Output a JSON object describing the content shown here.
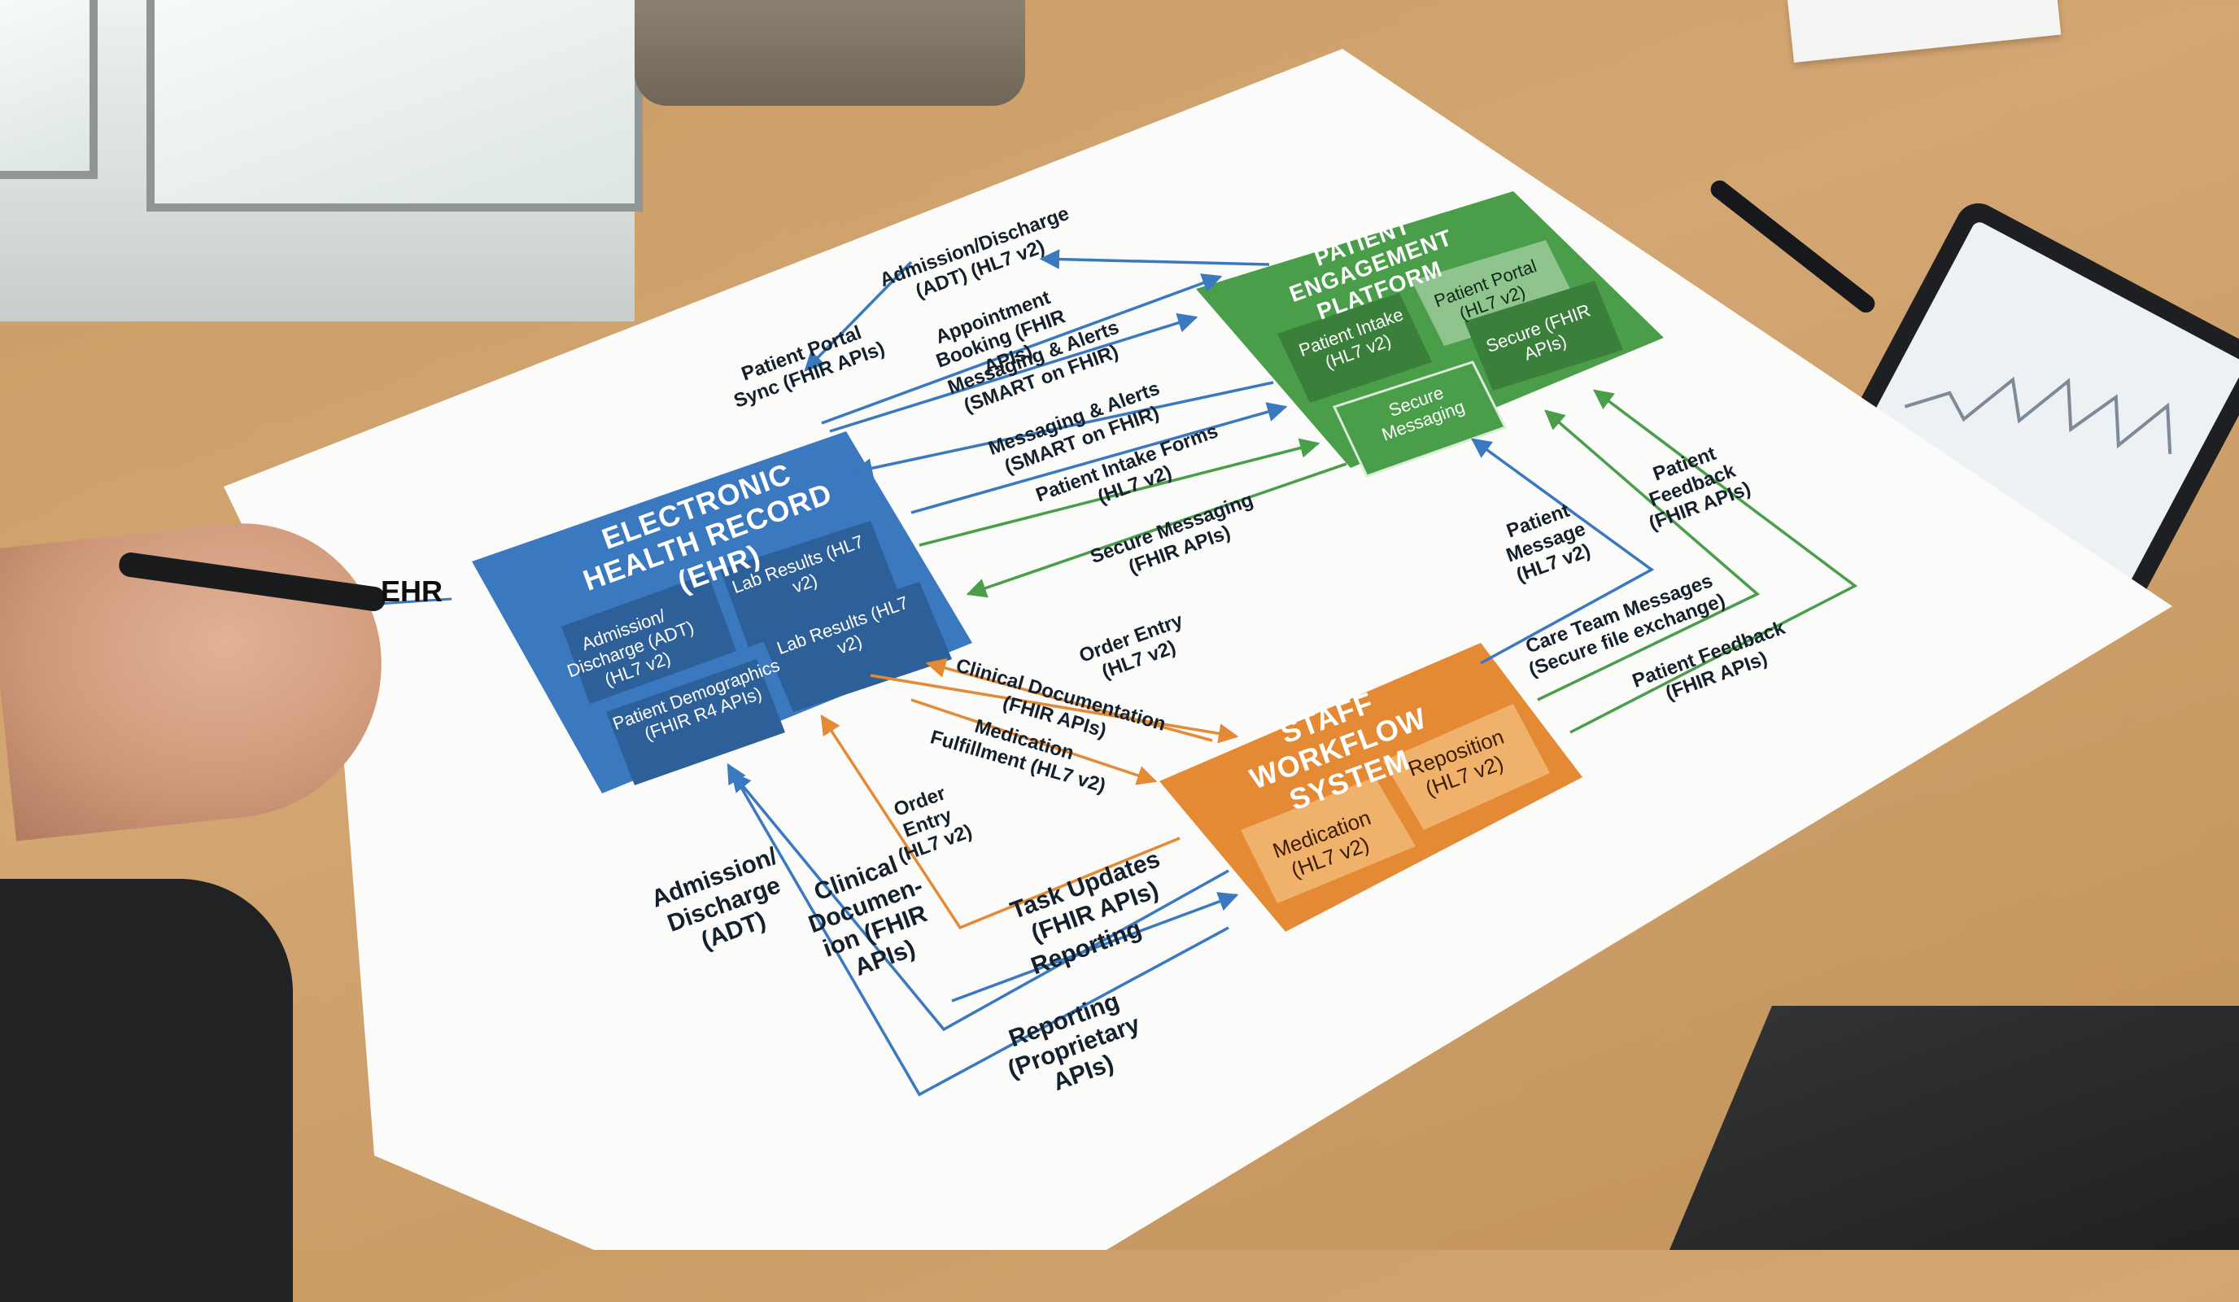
{
  "poster": {
    "side_tag": "EHR",
    "ehr": {
      "title": "ELECTRONIC HEALTH RECORD (EHR)",
      "modules": [
        "Admission/ Discharge (ADT) (HL7 v2)",
        "Lab Results (HL7 v2)",
        "Patient Demographics (FHIR R4 APIs)",
        "Lab Results (HL7 v2)"
      ]
    },
    "engagement": {
      "title": "PATIENT ENGAGEMENT PLATFORM",
      "modules": [
        "Patient Portal (HL7 v2)",
        "Patient Intake (HL7 v2)",
        "Secure (FHIR APIs)",
        "Secure Messaging"
      ]
    },
    "staff": {
      "title": "STAFF WORKFLOW SYSTEM",
      "modules": [
        "Reposition (HL7 v2)",
        "Medication (HL7 v2)"
      ]
    },
    "flows": {
      "adt_top": "Admission/Discharge (ADT) (HL7 v2)",
      "portal_sync": "Patient Portal Sync (FHIR APIs)",
      "appointment": "Appointment Booking (FHIR APIs)",
      "messaging_1": "Messaging & Alerts (SMART on FHIR)",
      "messaging_2": "Messaging & Alerts (SMART on FHIR)",
      "intake_forms": "Patient Intake Forms (HL7 v2)",
      "secure_messaging": "Secure Messaging (FHIR APIs)",
      "patient_message": "Patient Message (HL7 v2)",
      "patient_feedback_1": "Patient Feedback (FHIR APIs)",
      "care_team": "Care Team Messages (Secure file exchange)",
      "patient_feedback_2": "Patient Feedback (FHIR APIs)",
      "order_entry_1": "Order Entry (HL7 v2)",
      "clinical_doc": "Clinical Documentation (FHIR APIs)",
      "med_fulfillment": "Medication Fulfillment (HL7 v2)",
      "order_entry_2": "Order Entry (HL7 v2)",
      "adt_bottom": "Admission/ Discharge (ADT)",
      "clinical_docum": "Clinical Documen- ion (FHIR APIs)",
      "task_updates": "Task Updates (FHIR APIs)",
      "reporting_1": "Reporting",
      "reporting_2": "Reporting (Proprietary APIs)"
    }
  },
  "colors": {
    "ehr_blue": "#3a78c0",
    "engagement_green": "#4a9e4a",
    "staff_orange": "#e58a34",
    "paper": "#fbfbfa",
    "desk": "#c99a63"
  }
}
